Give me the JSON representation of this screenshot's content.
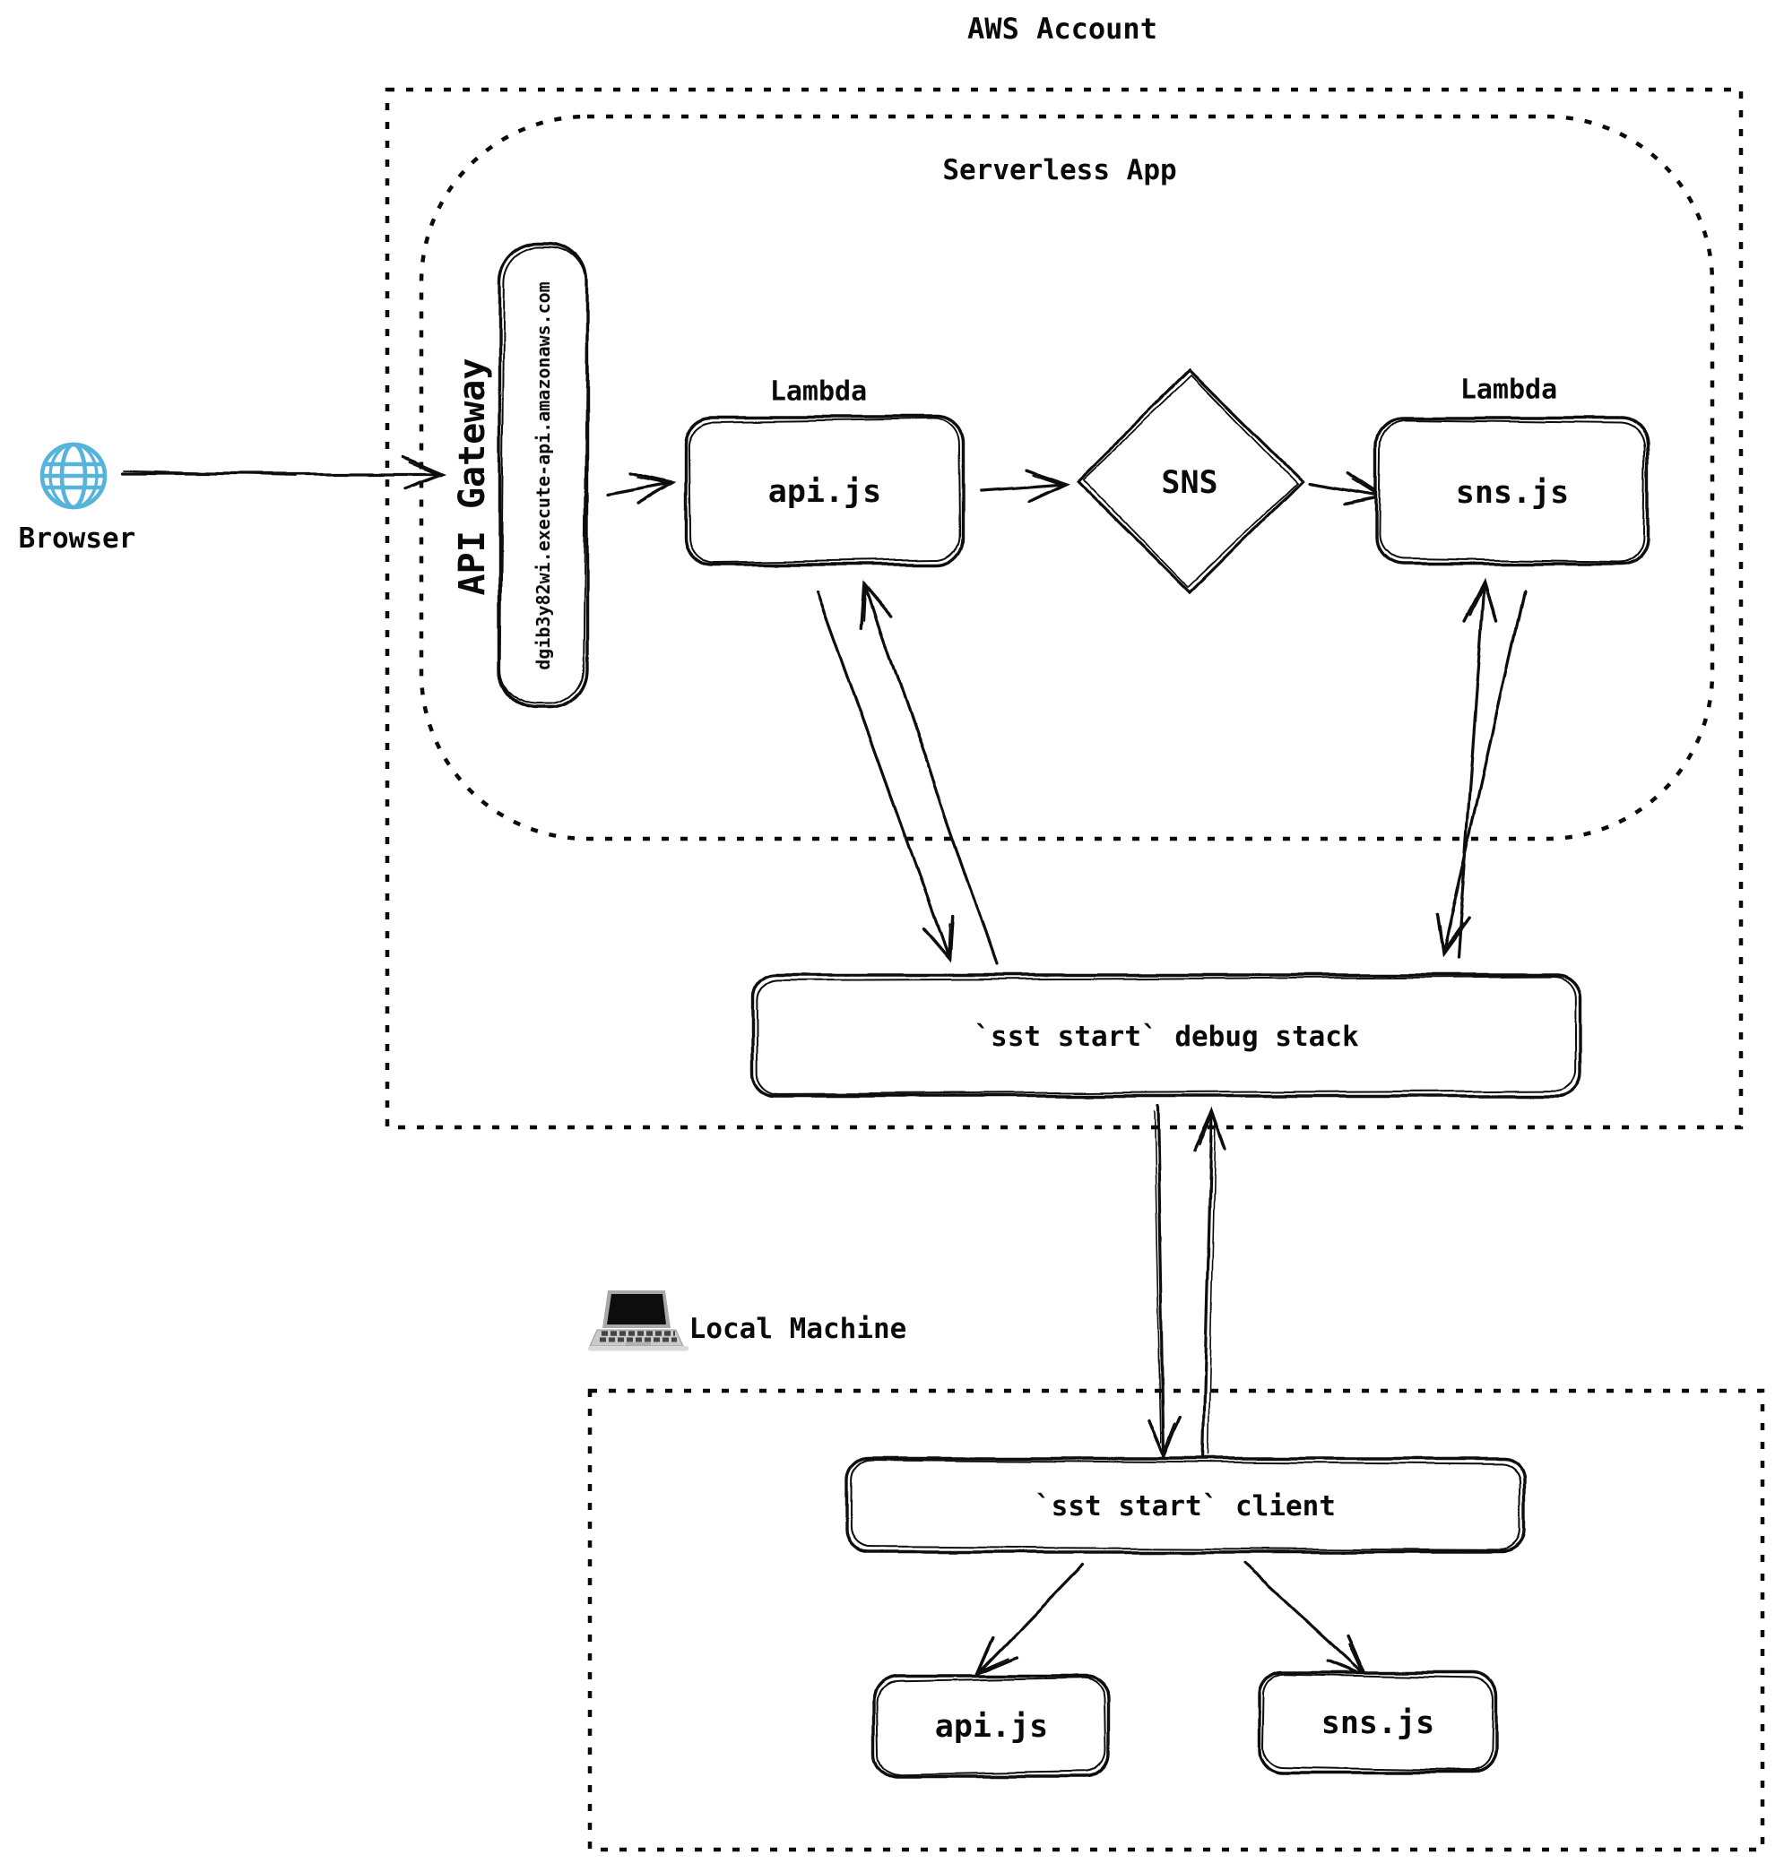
{
  "title": "AWS Account",
  "browser": {
    "label": "Browser",
    "icon": "globe-icon"
  },
  "aws_account": {
    "serverless_app": {
      "label": "Serverless App",
      "api_gateway": {
        "label": "API Gateway",
        "endpoint": "dgib3y82wi.execute-api.amazonaws.com"
      },
      "lambda_api": {
        "type_label": "Lambda",
        "name": "api.js"
      },
      "sns": {
        "label": "SNS"
      },
      "lambda_sns": {
        "type_label": "Lambda",
        "name": "sns.js"
      }
    },
    "debug_stack": {
      "label": "`sst start` debug stack"
    }
  },
  "local_machine": {
    "label": "Local Machine",
    "icon": "laptop-icon",
    "client": {
      "label": "`sst start` client"
    },
    "api_handler": {
      "label": "api.js"
    },
    "sns_handler": {
      "label": "sns.js"
    }
  },
  "connections": [
    {
      "from": "Browser",
      "to": "API Gateway"
    },
    {
      "from": "API Gateway",
      "to": "api.js (Lambda)"
    },
    {
      "from": "api.js (Lambda)",
      "to": "SNS"
    },
    {
      "from": "SNS",
      "to": "sns.js (Lambda)"
    },
    {
      "from": "api.js (Lambda)",
      "to": "`sst start` debug stack",
      "bidirectional": true
    },
    {
      "from": "sns.js (Lambda)",
      "to": "`sst start` debug stack",
      "bidirectional": true
    },
    {
      "from": "`sst start` debug stack",
      "to": "`sst start` client",
      "bidirectional": true
    },
    {
      "from": "`sst start` client",
      "to": "api.js (local)"
    },
    {
      "from": "`sst start` client",
      "to": "sns.js (local)"
    }
  ],
  "colors": {
    "ink": "#0a0a0a",
    "globe_blue": "#56b3da",
    "laptop_gray": "#c9c9c9",
    "laptop_screen": "#0d0d0d"
  }
}
